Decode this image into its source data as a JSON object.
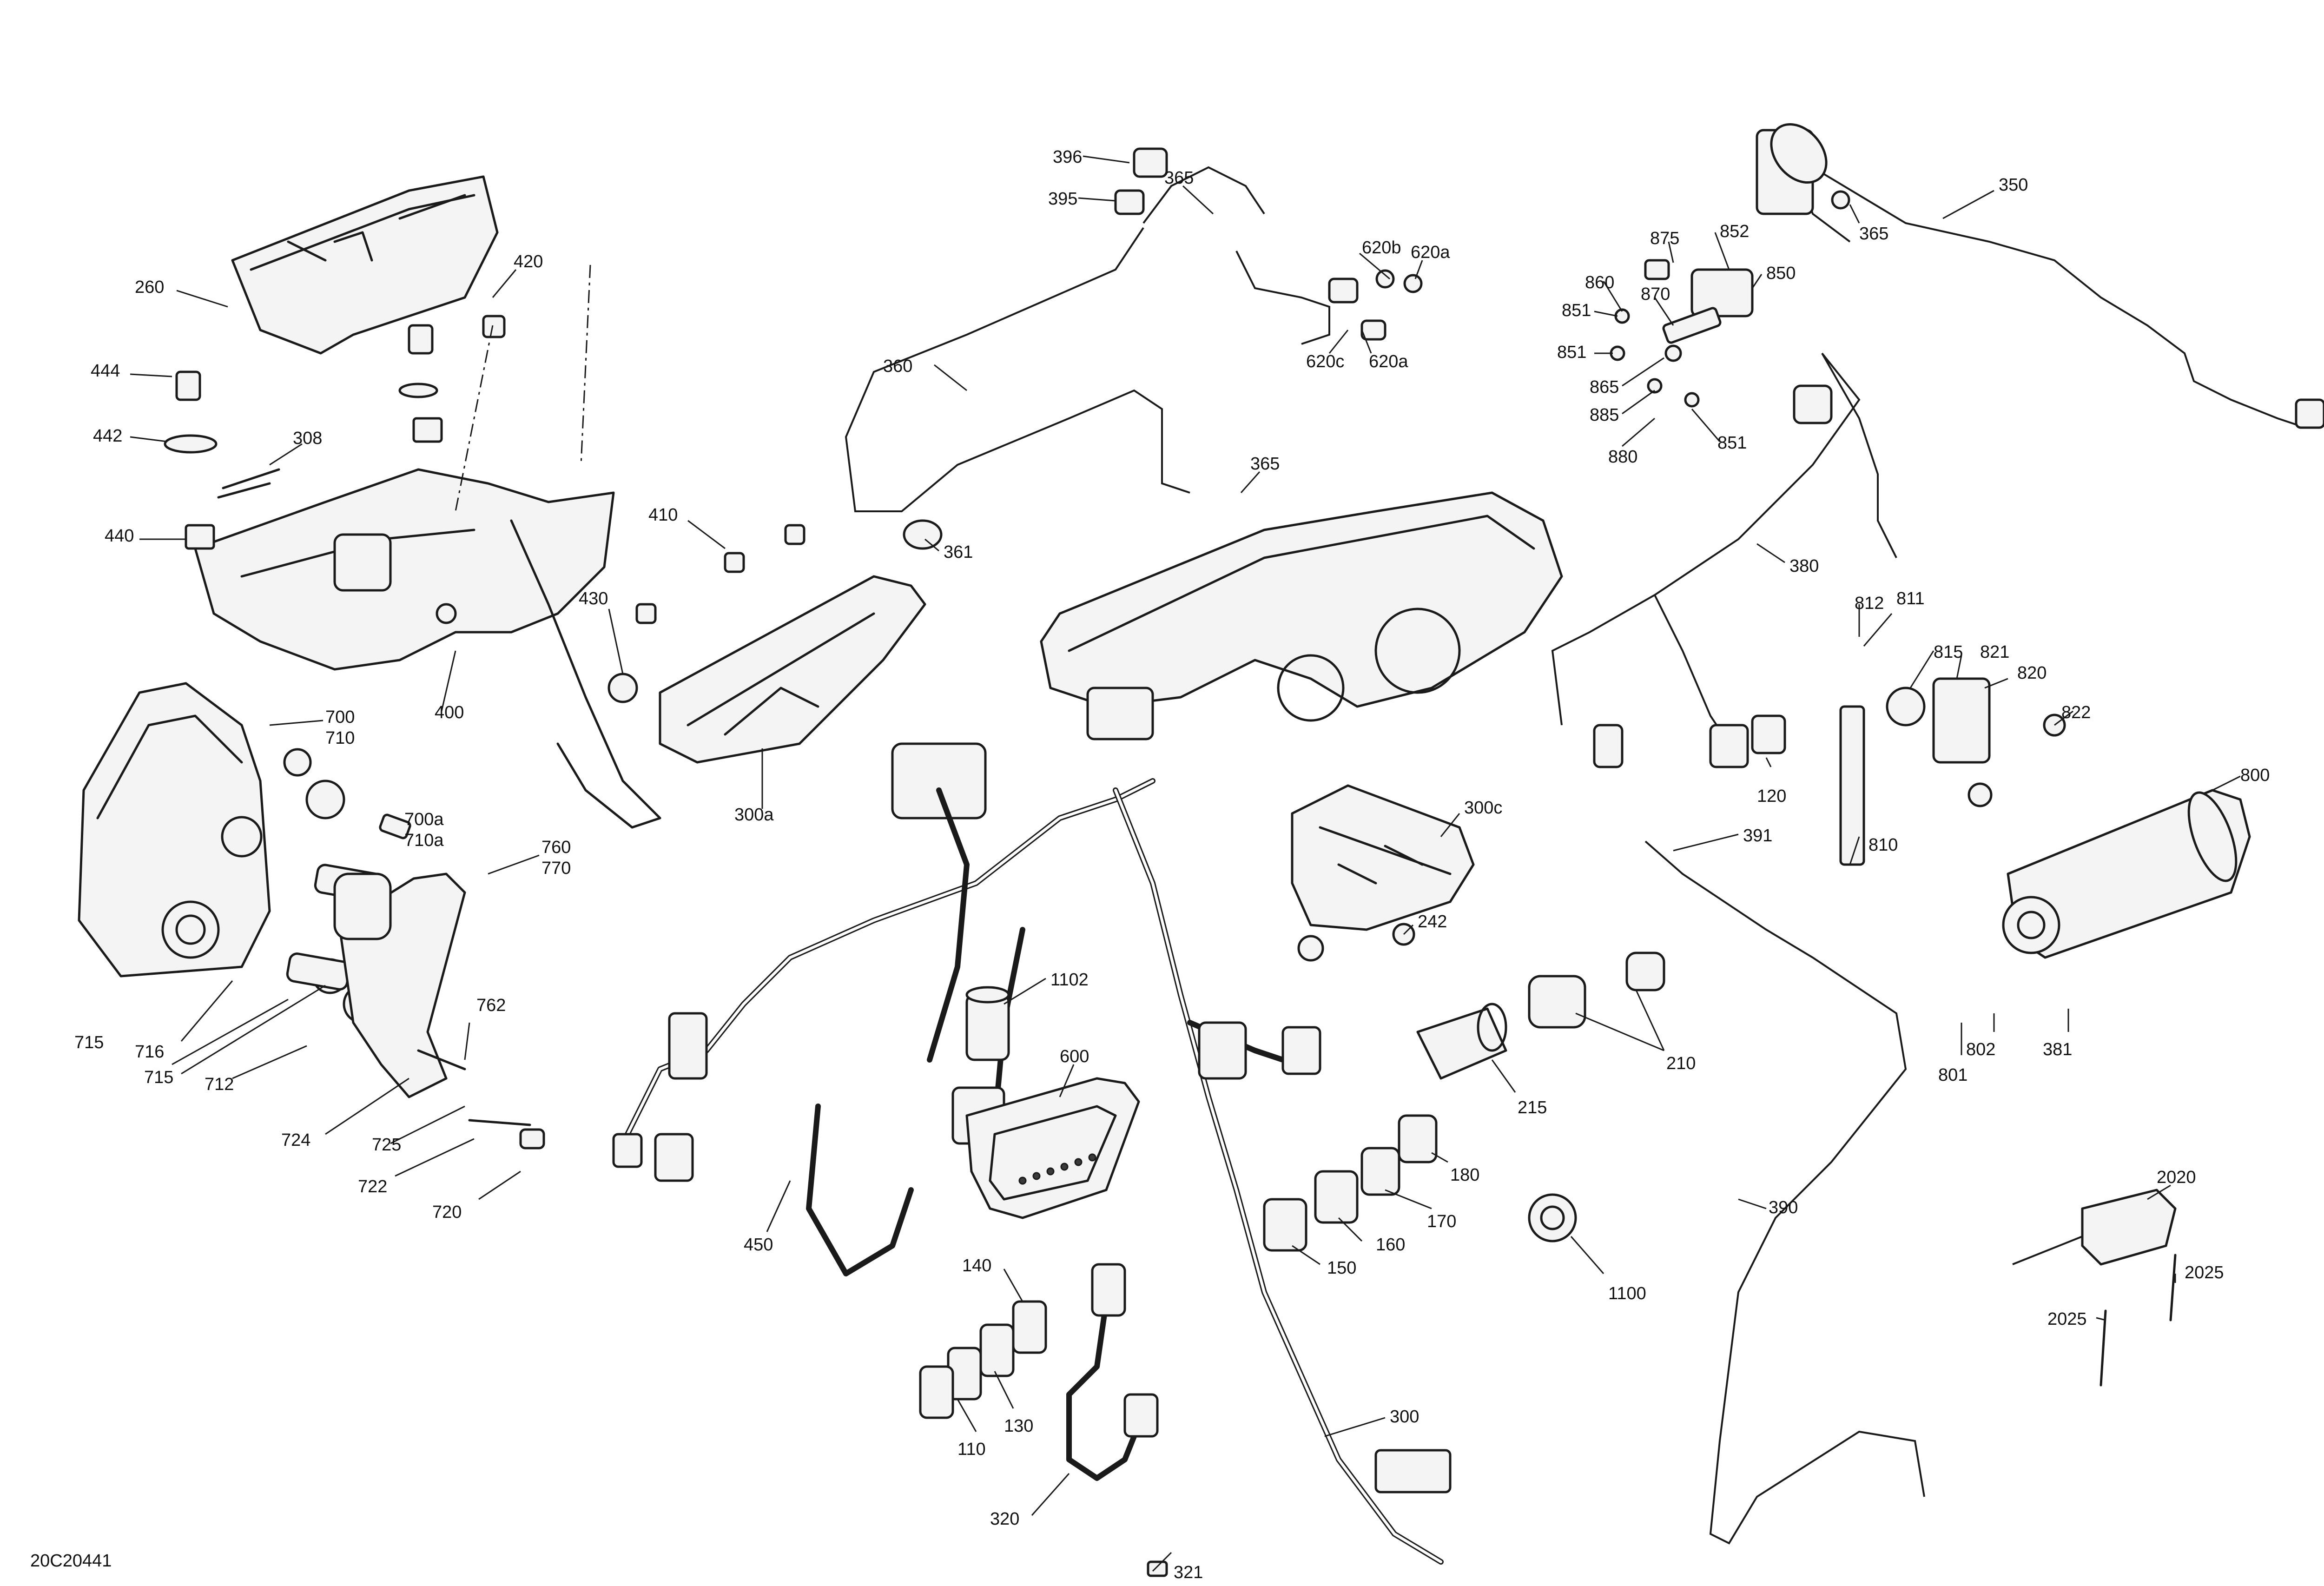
{
  "drawing_code": "20C20441",
  "callouts": [
    {
      "id": "c396",
      "text": "396"
    },
    {
      "id": "c395",
      "text": "395"
    },
    {
      "id": "c365a",
      "text": "365"
    },
    {
      "id": "c620b",
      "text": "620b"
    },
    {
      "id": "c620a1",
      "text": "620a"
    },
    {
      "id": "c620c",
      "text": "620c"
    },
    {
      "id": "c620a2",
      "text": "620a"
    },
    {
      "id": "c360",
      "text": "360"
    },
    {
      "id": "c365b",
      "text": "365"
    },
    {
      "id": "c361",
      "text": "361"
    },
    {
      "id": "c260",
      "text": "260"
    },
    {
      "id": "c420",
      "text": "420"
    },
    {
      "id": "c444",
      "text": "444"
    },
    {
      "id": "c442",
      "text": "442"
    },
    {
      "id": "c308",
      "text": "308"
    },
    {
      "id": "c440",
      "text": "440"
    },
    {
      "id": "c410",
      "text": "410"
    },
    {
      "id": "c430",
      "text": "430"
    },
    {
      "id": "c400",
      "text": "400"
    },
    {
      "id": "c300a",
      "text": "300a"
    },
    {
      "id": "c700",
      "text": "700"
    },
    {
      "id": "c710",
      "text": "710"
    },
    {
      "id": "c700a",
      "text": "700a"
    },
    {
      "id": "c710a",
      "text": "710a"
    },
    {
      "id": "c760",
      "text": "760"
    },
    {
      "id": "c770",
      "text": "770"
    },
    {
      "id": "c715a",
      "text": "715"
    },
    {
      "id": "c716",
      "text": "716"
    },
    {
      "id": "c715b",
      "text": "715"
    },
    {
      "id": "c712",
      "text": "712"
    },
    {
      "id": "c762",
      "text": "762"
    },
    {
      "id": "c724",
      "text": "724"
    },
    {
      "id": "c725",
      "text": "725"
    },
    {
      "id": "c722",
      "text": "722"
    },
    {
      "id": "c720",
      "text": "720"
    },
    {
      "id": "c450",
      "text": "450"
    },
    {
      "id": "c1102",
      "text": "1102"
    },
    {
      "id": "c600",
      "text": "600"
    },
    {
      "id": "c300c",
      "text": "300c"
    },
    {
      "id": "c242",
      "text": "242"
    },
    {
      "id": "c140",
      "text": "140"
    },
    {
      "id": "c130",
      "text": "130"
    },
    {
      "id": "c110",
      "text": "110"
    },
    {
      "id": "c320",
      "text": "320"
    },
    {
      "id": "c321",
      "text": "321"
    },
    {
      "id": "c300",
      "text": "300"
    },
    {
      "id": "c150",
      "text": "150"
    },
    {
      "id": "c160",
      "text": "160"
    },
    {
      "id": "c170",
      "text": "170"
    },
    {
      "id": "c180",
      "text": "180"
    },
    {
      "id": "c215",
      "text": "215"
    },
    {
      "id": "c210",
      "text": "210"
    },
    {
      "id": "c1100",
      "text": "1100"
    },
    {
      "id": "c390",
      "text": "390"
    },
    {
      "id": "c391",
      "text": "391"
    },
    {
      "id": "c350",
      "text": "350"
    },
    {
      "id": "c365c",
      "text": "365"
    },
    {
      "id": "c875",
      "text": "875"
    },
    {
      "id": "c852",
      "text": "852"
    },
    {
      "id": "c860",
      "text": "860"
    },
    {
      "id": "c870",
      "text": "870"
    },
    {
      "id": "c850",
      "text": "850"
    },
    {
      "id": "c851a",
      "text": "851"
    },
    {
      "id": "c851b",
      "text": "851"
    },
    {
      "id": "c865",
      "text": "865"
    },
    {
      "id": "c885",
      "text": "885"
    },
    {
      "id": "c880",
      "text": "880"
    },
    {
      "id": "c851c",
      "text": "851"
    },
    {
      "id": "c380",
      "text": "380"
    },
    {
      "id": "c812",
      "text": "812"
    },
    {
      "id": "c811",
      "text": "811"
    },
    {
      "id": "c815",
      "text": "815"
    },
    {
      "id": "c821",
      "text": "821"
    },
    {
      "id": "c820",
      "text": "820"
    },
    {
      "id": "c822",
      "text": "822"
    },
    {
      "id": "c120",
      "text": "120"
    },
    {
      "id": "c810",
      "text": "810"
    },
    {
      "id": "c800",
      "text": "800"
    },
    {
      "id": "c801",
      "text": "801"
    },
    {
      "id": "c802",
      "text": "802"
    },
    {
      "id": "c381",
      "text": "381"
    },
    {
      "id": "c2020",
      "text": "2020"
    },
    {
      "id": "c2025a",
      "text": "2025"
    },
    {
      "id": "c2025b",
      "text": "2025"
    }
  ]
}
